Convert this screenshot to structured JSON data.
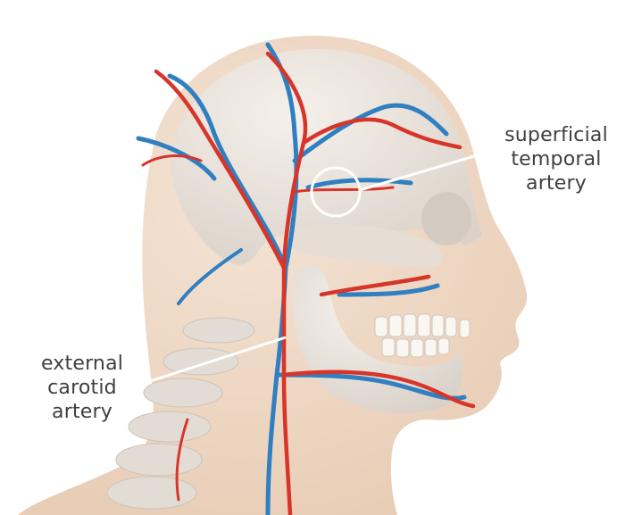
{
  "labels": {
    "temporal": {
      "line1": "superficial",
      "line2": "temporal",
      "line3": "artery"
    },
    "carotid": {
      "line1": "external",
      "line2": "carotid",
      "line3": "artery"
    }
  },
  "colors": {
    "background": "#ffffff",
    "skin": "#f0d9c6",
    "bone": "#ece6df",
    "artery": "#d8352a",
    "vein": "#2f7fc1",
    "label_text": "#3f3f3f",
    "callout_line": "#ffffff"
  },
  "icons": {
    "highlight": "circle-highlight-marker"
  }
}
